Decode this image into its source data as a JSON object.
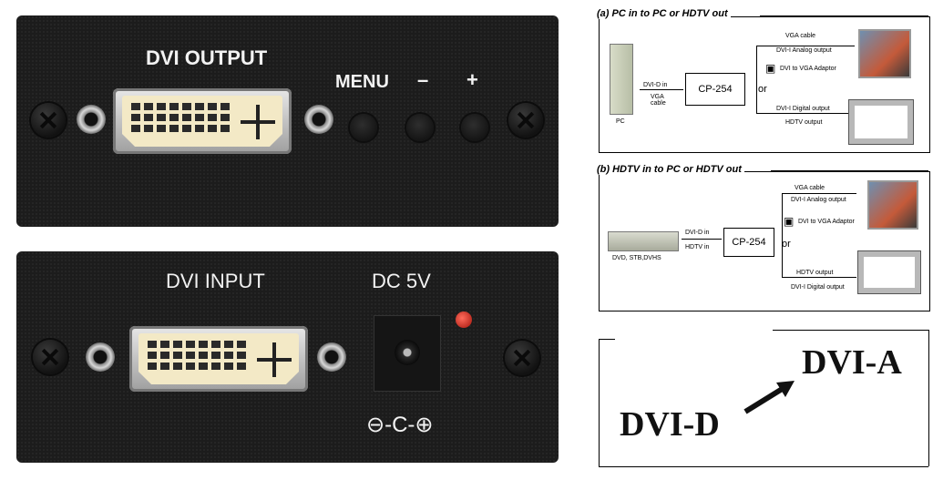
{
  "panels": {
    "output": {
      "title": "DVI OUTPUT",
      "menu": "MENU",
      "minus": "–",
      "plus": "+"
    },
    "input": {
      "title": "DVI INPUT",
      "power": "DC 5V",
      "polarity": "⊖-C-⊕"
    }
  },
  "diagram_a": {
    "title": "(a) PC in to PC or HDTV out",
    "source_label": "PC",
    "in_label_1": "DVI-D in",
    "in_label_2": "VGA cable",
    "device": "CP-254",
    "or": "or",
    "upper_1": "VGA cable",
    "upper_2": "DVI-I Analog output",
    "adaptor": "DVI to VGA Adaptor",
    "lower_1": "DVI-I Digital output",
    "lower_2": "HDTV output"
  },
  "diagram_b": {
    "title": "(b) HDTV in to PC or HDTV out",
    "source_label": "DVD, STB,DVHS",
    "in_label_1": "DVI-D in",
    "in_label_2": "HDTV in",
    "device": "CP-254",
    "or": "or",
    "upper_1": "VGA cable",
    "upper_2": "DVI-I Analog output",
    "adaptor": "DVI to VGA Adaptor",
    "lower_1": "HDTV output",
    "lower_2": "DVI-I Digital output"
  },
  "convert": {
    "from": "DVI-D",
    "to": "DVI-A"
  }
}
